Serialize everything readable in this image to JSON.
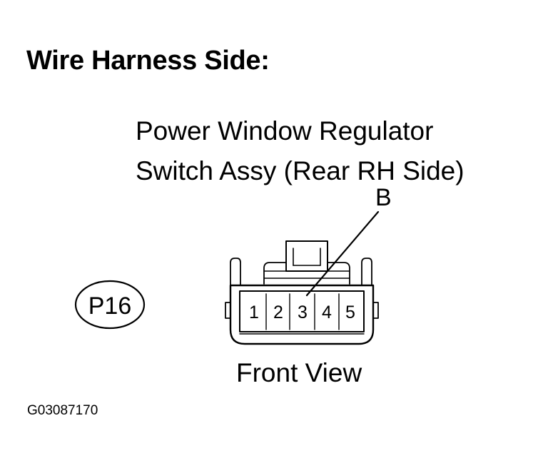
{
  "title": "Wire Harness Side:",
  "part_name": {
    "line1": "Power Window Regulator",
    "line2": "Switch Assy (Rear RH Side)"
  },
  "connector": {
    "code": "P16",
    "pin_callout": "B",
    "pins": [
      "1",
      "2",
      "3",
      "4",
      "5"
    ]
  },
  "view_label": "Front View",
  "figure_code": "G03087170"
}
